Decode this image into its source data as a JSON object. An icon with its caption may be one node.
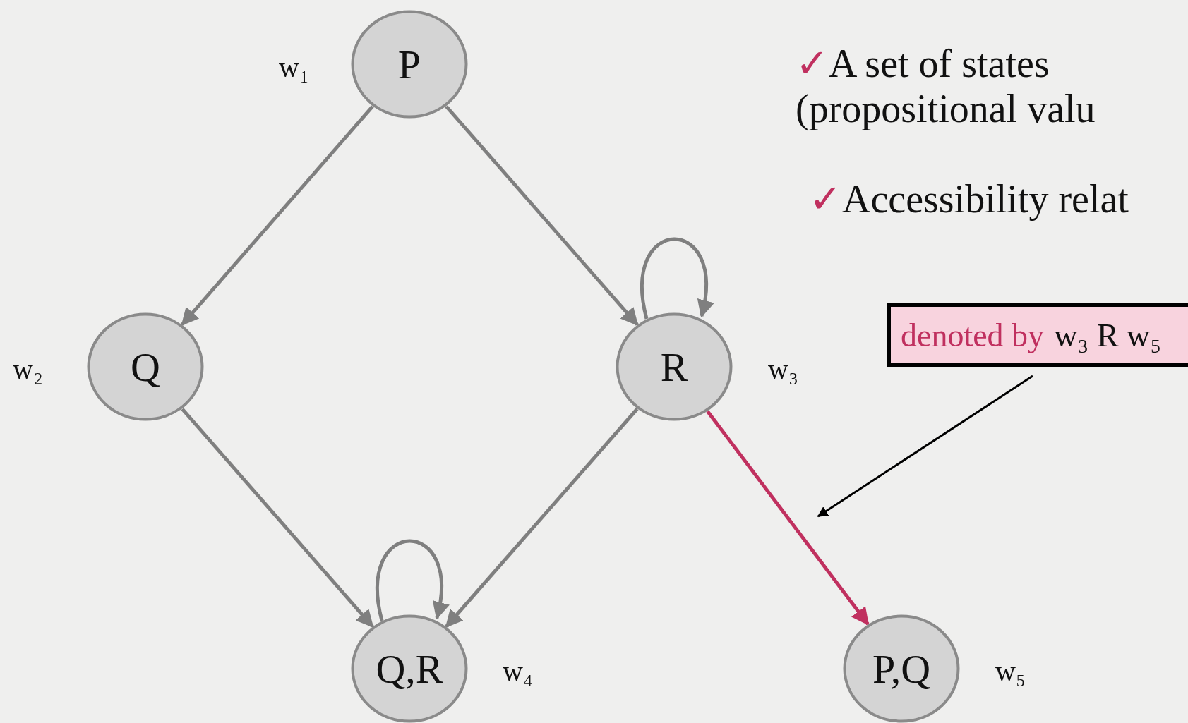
{
  "diagram": {
    "nodes": [
      {
        "text": [
          "P"
        ],
        "beside": [
          "w₁"
        ]
      },
      {
        "text": [
          "Q"
        ],
        "beside": [
          "w₂"
        ]
      },
      {
        "text": [
          "R"
        ],
        "beside": [
          "w₃"
        ]
      },
      {
        "text": [
          "Q,R"
        ],
        "beside": [
          "w₄"
        ]
      },
      {
        "text": [
          "P,Q"
        ],
        "beside": [
          "w₅"
        ]
      },
      {
        "text": [
          "denoted by",
          "w₃ R w₅"
        ]
      }
    ],
    "edges": [
      {
        "from": 0,
        "to": 1,
        "arrow": "to"
      },
      {
        "from": 0,
        "to": 2,
        "arrow": "to"
      },
      {
        "from": 2,
        "to": 2,
        "arrow": "to"
      },
      {
        "from": 1,
        "to": 3,
        "arrow": "to"
      },
      {
        "from": 2,
        "to": 3,
        "arrow": "to"
      },
      {
        "from": 3,
        "to": 3,
        "arrow": "to"
      },
      {
        "from": 2,
        "to": 4,
        "arrow": "to",
        "color": "#c0305f"
      },
      {
        "from": 5,
        "to": null,
        "arrow": "to",
        "color": "#000000"
      }
    ],
    "labels": [
      "✓A set of states (propositional valu",
      "✓Accessibility relat"
    ]
  }
}
